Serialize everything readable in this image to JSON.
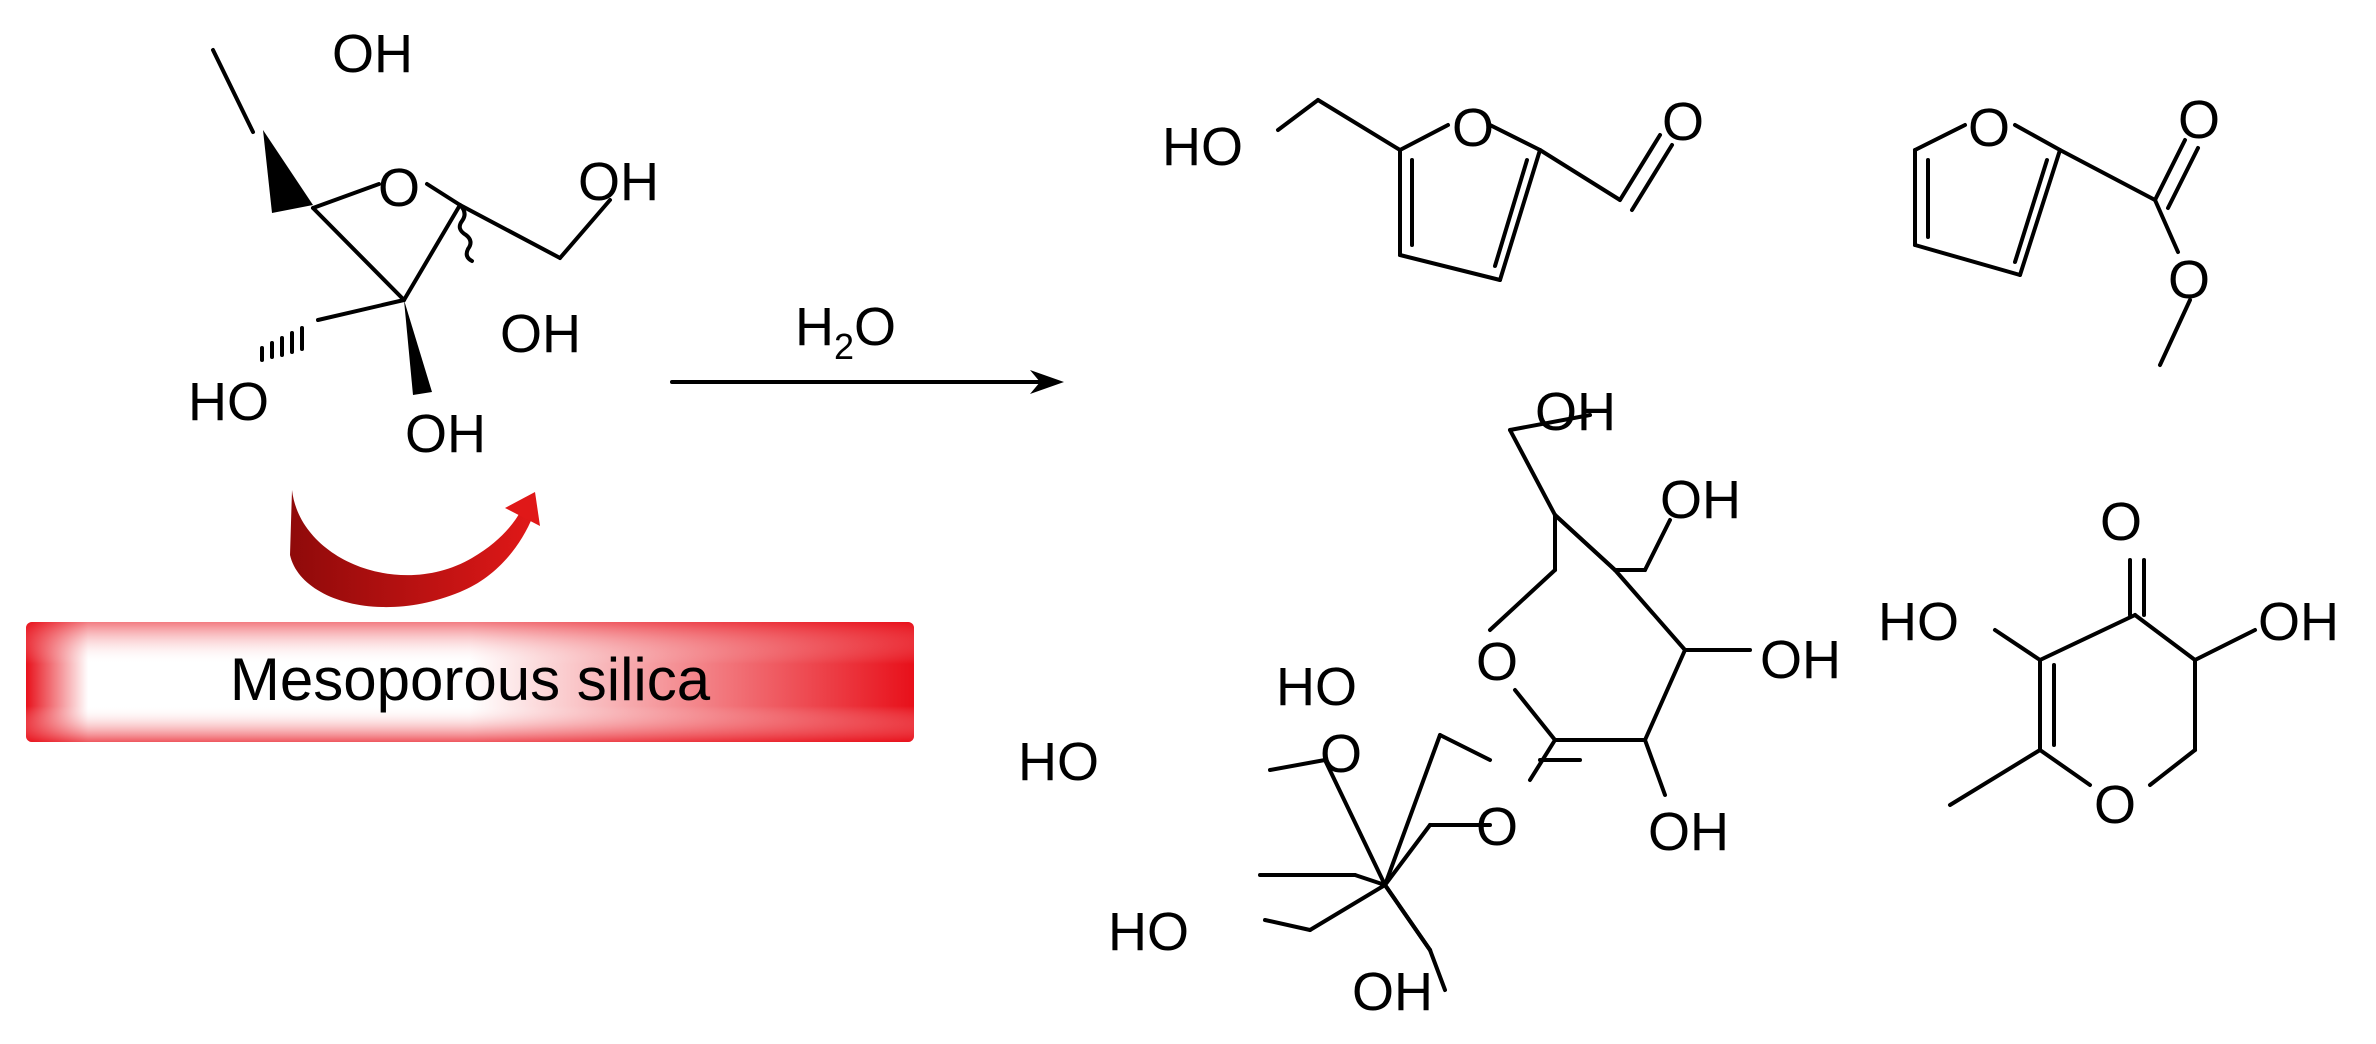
{
  "reactant": {
    "labels": {
      "oh_top": "OH",
      "o_ring": "O",
      "oh_right": "OH",
      "oh_anomeric": "OH",
      "ho_c3": "HO",
      "oh_c4": "OH"
    }
  },
  "reaction": {
    "reagent_main": "H",
    "reagent_sub": "2",
    "reagent_end": "O"
  },
  "catalyst": {
    "label": "Mesoporous silica"
  },
  "colors": {
    "banner": "#e8101a",
    "curved_arrow": "#a50f0f",
    "ink": "#000000"
  },
  "products": {
    "hmf": {
      "ho": "HO",
      "o_ring": "O",
      "o_carbonyl": "O"
    },
    "methyl_furoate": {
      "o_ring": "O",
      "o_carbonyl": "O",
      "o_ester": "O"
    },
    "sucrose": {
      "oh_top": "OH",
      "oh_1": "OH",
      "o_pyran": "O",
      "oh_2": "OH",
      "oh_3": "OH",
      "o_link": "O",
      "ho_furan": "HO",
      "o_furan": "O",
      "ho_ch2": "HO",
      "ho_bl": "HO",
      "oh_bottom": "OH"
    },
    "pyranone": {
      "o_carbonyl": "O",
      "ho_left": "HO",
      "oh_right": "OH",
      "o_ring": "O"
    }
  }
}
